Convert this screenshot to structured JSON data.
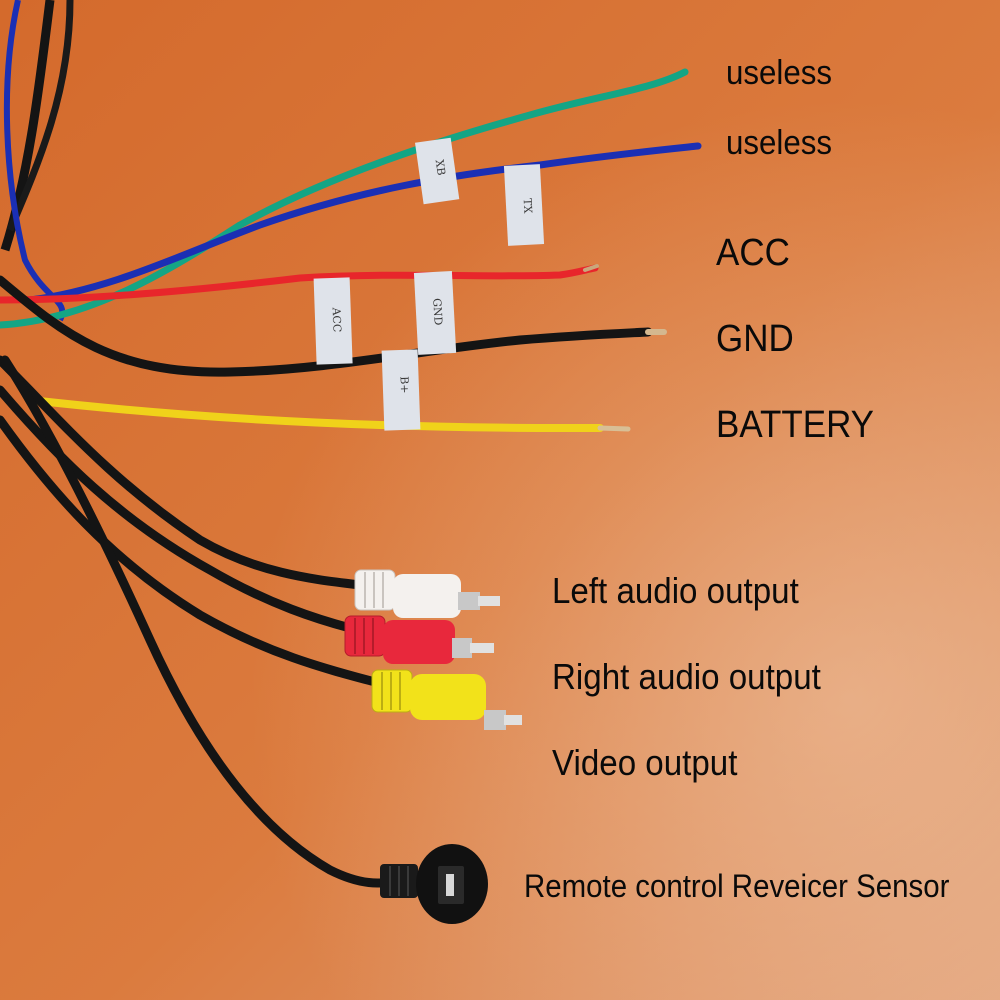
{
  "colors": {
    "background": "#d9773a",
    "wire_green": "#14a585",
    "wire_blue": "#1b2fb4",
    "wire_red": "#e8262b",
    "wire_black": "#141414",
    "wire_yellow": "#f0d21a",
    "rca_white": "#f4f1ee",
    "rca_red": "#e8283c",
    "rca_yellow": "#f2e21a",
    "tape": "#dfe3ea"
  },
  "tags": {
    "green": "XB",
    "blue": "TX",
    "red": "ACC",
    "black": "GND",
    "yellow": "B+"
  },
  "labels": {
    "green_wire": "useless",
    "blue_wire": "useless",
    "red_wire": "ACC",
    "black_wire": "GND",
    "yellow_wire": "BATTERY",
    "rca_white": "Left audio output",
    "rca_red": "Right audio output",
    "rca_yellow": "Video output",
    "sensor": "Remote control Reveicer Sensor"
  }
}
